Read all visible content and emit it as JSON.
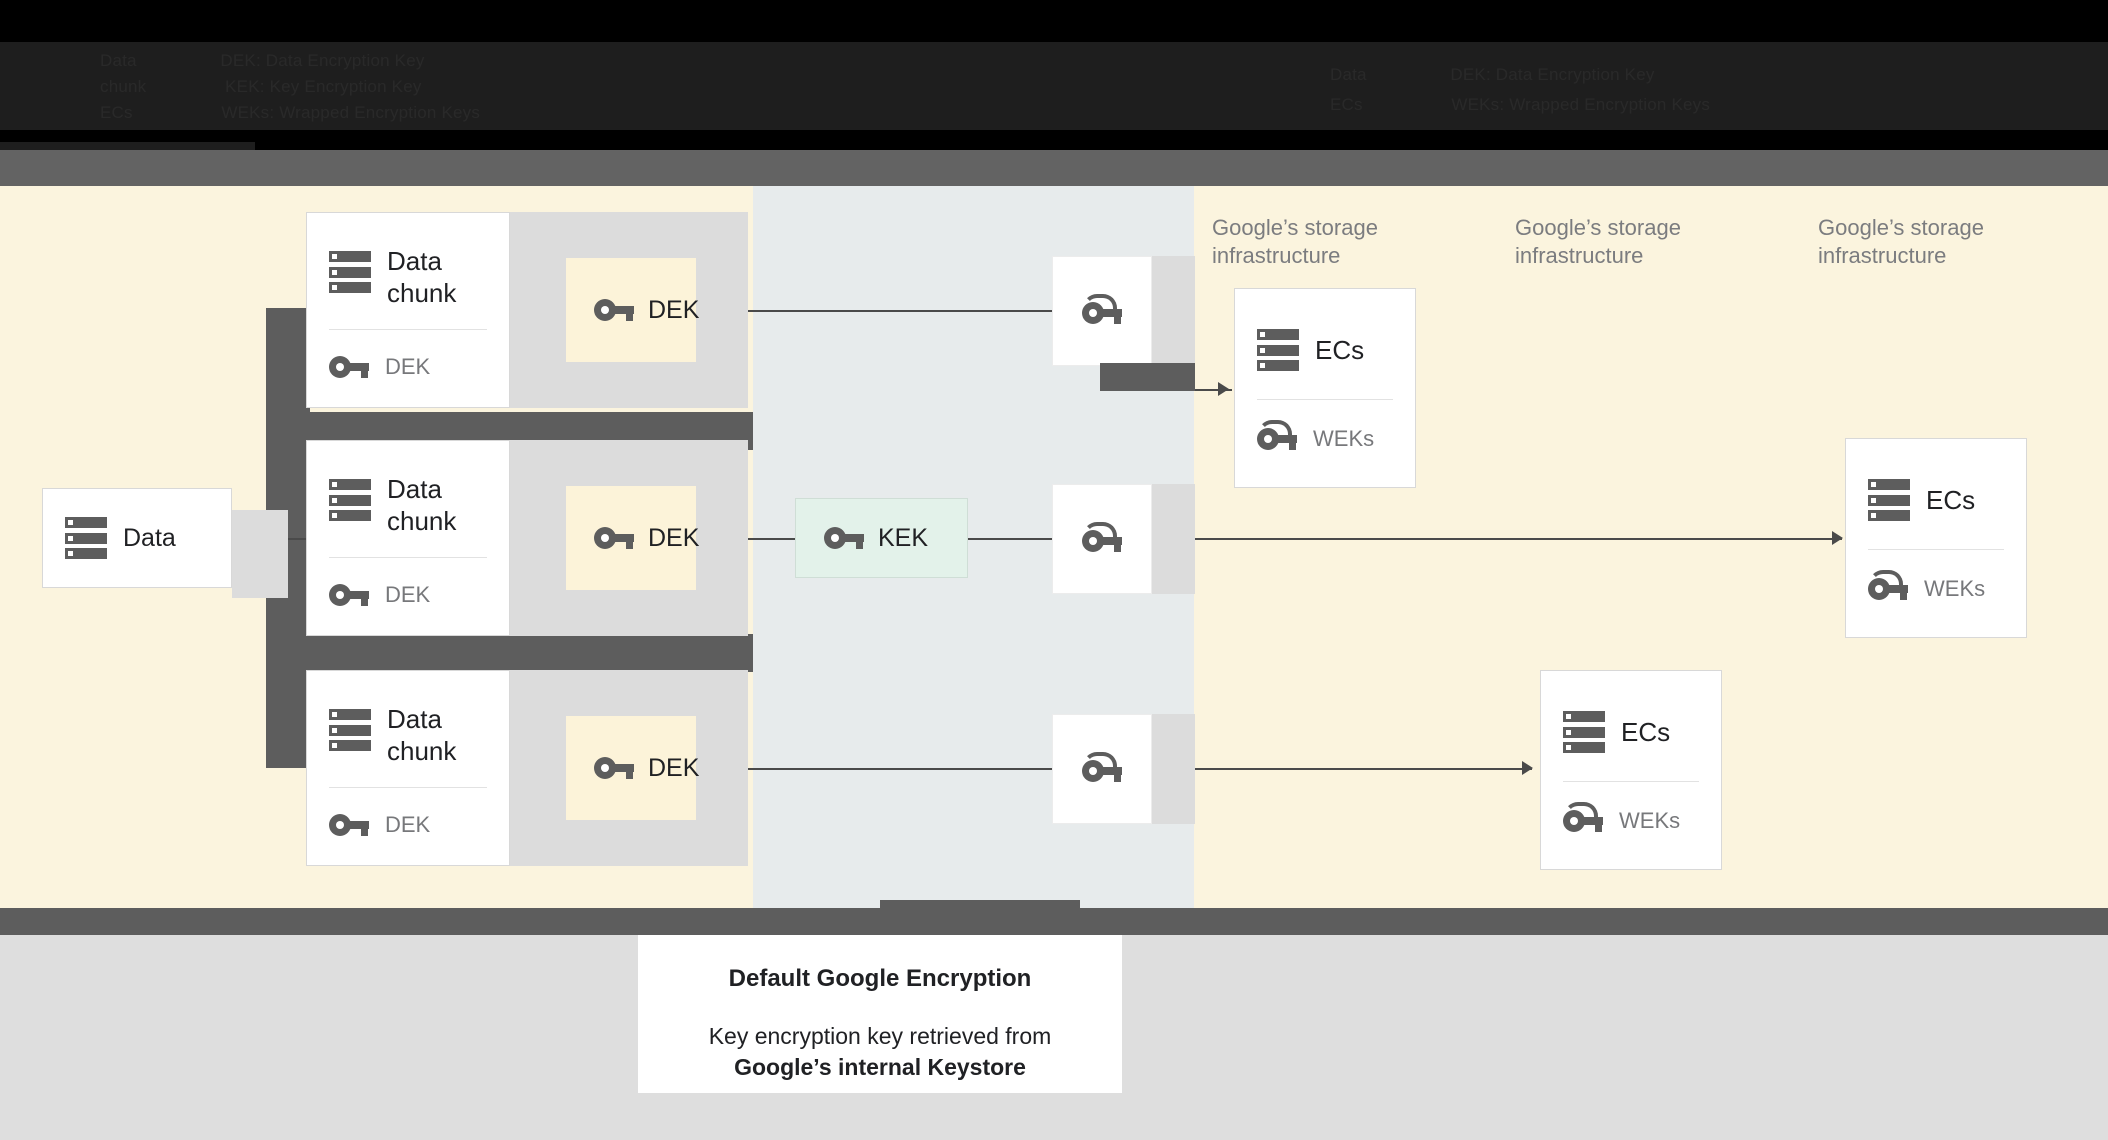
{
  "topband": {
    "illegible_note": "",
    "ghost_lines": [
      "Data                 DEK: Data Encryption Key              ",
      "chunk                KEK: Key Encryption Key               ",
      "ECs                  WEKs: Wrapped Encryption Keys         "
    ]
  },
  "colors": {
    "cream": "#fbf4de",
    "gray_column": "#e7ebec",
    "dark_bar": "#5d5d5d",
    "dek_fill": "#fcf3d9",
    "kek_fill": "#e3f2ea",
    "footer": "#dedede",
    "icon": "#5d5d5d"
  },
  "nodes": {
    "data": {
      "title": "Data",
      "icon": "server-stack-icon"
    },
    "chunks": [
      {
        "title_line1": "Data",
        "title_line2": "chunk",
        "key_label": "DEK",
        "key_icon": "key-icon"
      },
      {
        "title_line1": "Data",
        "title_line2": "chunk",
        "key_label": "DEK",
        "key_icon": "key-icon"
      },
      {
        "title_line1": "Data",
        "title_line2": "chunk",
        "key_label": "DEK",
        "key_icon": "key-icon"
      }
    ],
    "deks": [
      {
        "label": "DEK",
        "icon": "key-icon"
      },
      {
        "label": "DEK",
        "icon": "key-icon"
      },
      {
        "label": "DEK",
        "icon": "key-icon"
      }
    ],
    "kek": {
      "label": "KEK",
      "icon": "key-icon"
    },
    "wrapped_keys": [
      {
        "icon": "wrapped-key-icon"
      },
      {
        "icon": "wrapped-key-icon"
      },
      {
        "icon": "wrapped-key-icon"
      }
    ],
    "storage_labels": [
      "Google’s storage infrastructure",
      "Google’s storage infrastructure",
      "Google’s storage infrastructure"
    ],
    "ec_cards": [
      {
        "title": "ECs",
        "key_label": "WEKs",
        "icon": "server-stack-icon",
        "key_icon": "wrapped-key-icon"
      },
      {
        "title": "ECs",
        "key_label": "WEKs",
        "icon": "server-stack-icon",
        "key_icon": "wrapped-key-icon"
      },
      {
        "title": "ECs",
        "key_label": "WEKs",
        "icon": "server-stack-icon",
        "key_icon": "wrapped-key-icon"
      }
    ]
  },
  "caption": {
    "title": "Default Google Encryption",
    "body_line1": "Key encryption key retrieved from",
    "body_line2": "Google’s internal Keystore"
  }
}
